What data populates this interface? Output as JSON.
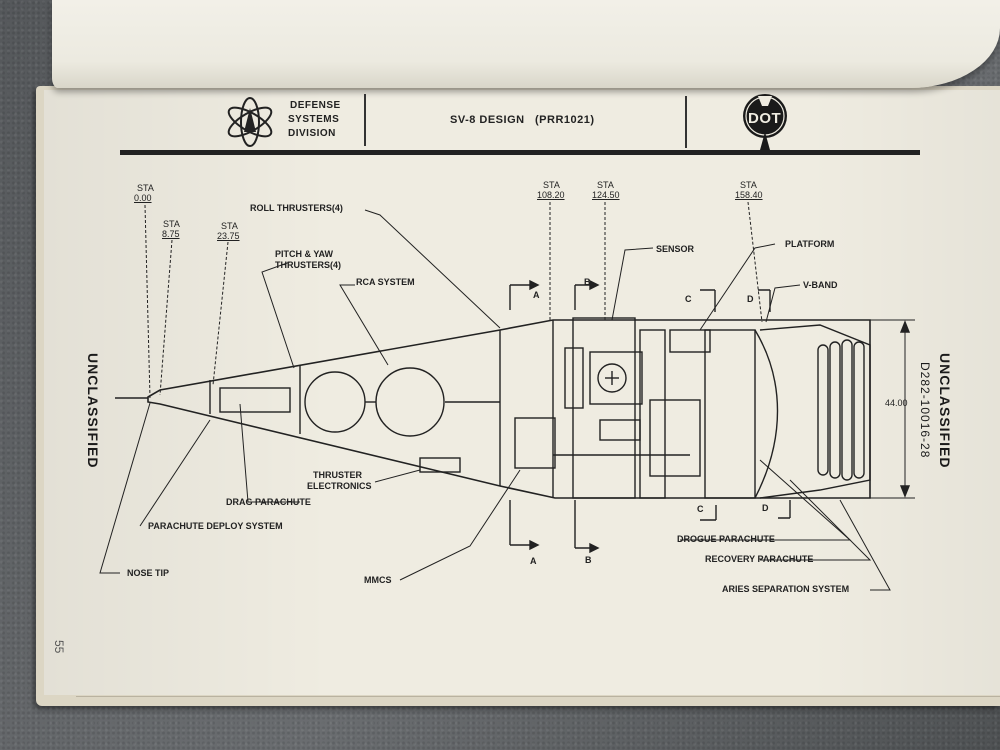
{
  "header": {
    "org_line1": "DEFENSE",
    "org_line2": "SYSTEMS",
    "org_line3": "DIVISION",
    "title": "SV-8 DESIGN",
    "doc_id": "(PRR1021)",
    "logo_text": "DOT"
  },
  "classification_left": "UNCLASSIFIED",
  "classification_right": "UNCLASSIFIED",
  "doc_number": "D282-10016-28",
  "page_number": "55",
  "stations": [
    {
      "label": "STA",
      "value": "0.00"
    },
    {
      "label": "STA",
      "value": "8.75"
    },
    {
      "label": "STA",
      "value": "23.75"
    },
    {
      "label": "STA",
      "value": "108.20"
    },
    {
      "label": "STA",
      "value": "124.50"
    },
    {
      "label": "STA",
      "value": "158.40"
    }
  ],
  "callouts": {
    "roll_thrusters": "ROLL THRUSTERS(4)",
    "pitch_yaw_1": "PITCH & YAW",
    "pitch_yaw_2": "THRUSTERS(4)",
    "rca_system": "RCA SYSTEM",
    "sensor": "SENSOR",
    "platform": "PLATFORM",
    "v_band": "V-BAND",
    "thruster_elec_1": "THRUSTER",
    "thruster_elec_2": "ELECTRONICS",
    "drag_parachute": "DRAG PARACHUTE",
    "parachute_deploy": "PARACHUTE DEPLOY SYSTEM",
    "nose_tip": "NOSE TIP",
    "mmcs": "MMCS",
    "drogue_parachute": "DROGUE PARACHUTE",
    "recovery_parachute": "RECOVERY PARACHUTE",
    "aries_separation": "ARIES SEPARATION SYSTEM"
  },
  "section_marks": {
    "a": "A",
    "b": "B",
    "c": "C",
    "d": "D"
  },
  "dimension": "44.00"
}
